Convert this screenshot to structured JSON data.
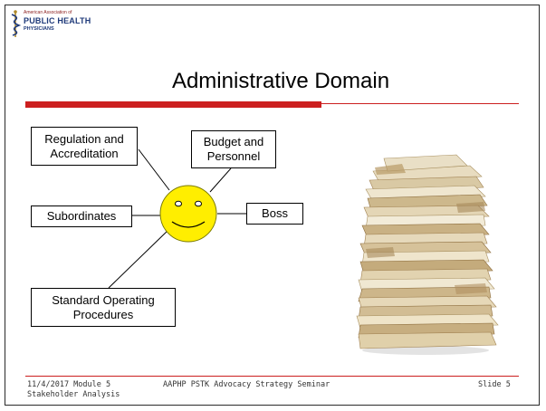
{
  "logo": {
    "small": "American Association of",
    "main": "PUBLIC HEALTH",
    "sub": "PHYSICIANS"
  },
  "slide": {
    "title": "Administrative Domain"
  },
  "diagram": {
    "boxes": {
      "regulation": "Regulation and Accreditation",
      "budget": "Budget and Personnel",
      "subordinates": "Subordinates",
      "boss": "Boss",
      "sop": "Standard Operating Procedures"
    }
  },
  "footer": {
    "date_module": "11/4/2017 Module 5",
    "stakeholder": "Stakeholder Analysis",
    "seminar": "AAPHP PSTK Advocacy Strategy Seminar",
    "slide_num": "Slide 5"
  },
  "colors": {
    "accent_red": "#cc1f1f",
    "smiley_yellow": "#ffee00",
    "logo_blue": "#1f3a7a"
  }
}
